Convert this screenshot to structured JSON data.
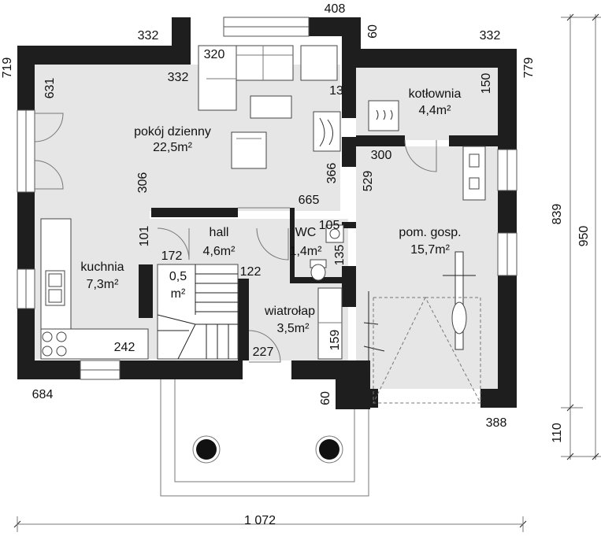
{
  "rooms": {
    "living_name": "pokój dzienny",
    "living_area": "22,5m²",
    "boiler_name": "kotłownia",
    "boiler_area": "4,4m²",
    "kitchen_name": "kuchnia",
    "kitchen_area": "7,3m²",
    "hall_name": "hall",
    "hall_area": "4,6m²",
    "wc_name": "WC",
    "wc_area": "1,4m²",
    "utility_name": "pom. gosp.",
    "utility_area": "15,7m²",
    "vestibule_name": "wiatrołap",
    "vestibule_area": "3,5m²",
    "stair_area": "0,5",
    "stair_unit": "m²"
  },
  "dimensions": {
    "top_window": "408",
    "top_left": "332",
    "top_right": "332",
    "top_60": "60",
    "left_719": "719",
    "right_779": "779",
    "living_320": "320",
    "living_332": "332",
    "living_631": "631",
    "living_13": "13",
    "boiler_150": "150",
    "utility_300": "300",
    "utility_529": "529",
    "living_306": "306",
    "living_366": "366",
    "hall_665": "665",
    "wc_105": "105",
    "wc_135": "135",
    "hall_101": "101",
    "hall_172": "172",
    "hall_122": "122",
    "vest_159": "159",
    "vest_227": "227",
    "kitchen_242": "242",
    "bottom_684": "684",
    "bottom_60": "60",
    "bottom_388": "388",
    "overall_width": "1 072",
    "side_839": "839",
    "side_950": "950",
    "side_110": "110"
  }
}
